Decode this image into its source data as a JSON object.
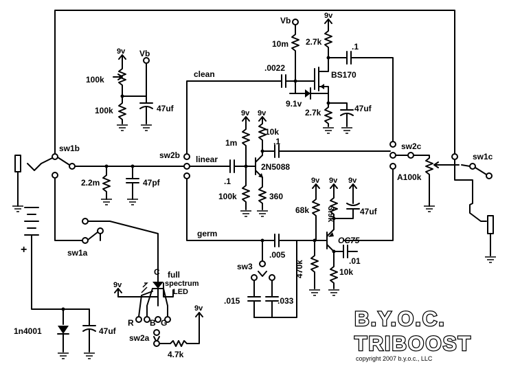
{
  "labels": {
    "vb_top": "Vb",
    "v9_top": "9v",
    "r10m": "10m",
    "r27k_top": "2.7k",
    "c01_top": ".1",
    "clean": "clean",
    "c0022": ".0022",
    "bs170": "BS170",
    "z91v": "9.1v",
    "r27k_bot": "2.7k",
    "c47uf_mid": "47uf",
    "v9_bias": "9v",
    "vb_bias": "Vb",
    "r100k_pot": "100k",
    "r100k_bias": "100k",
    "c47uf_bias": "47uf",
    "v9_q1a": "9v",
    "v9_q1b": "9v",
    "r1m": "1m",
    "r10k_q1": "10k",
    "c01_q1out": ".1",
    "sw1b": "sw1b",
    "sw2b": "sw2b",
    "linear": "linear",
    "sw2c": "sw2c",
    "sw1c": "sw1c",
    "a100k": "A100k",
    "q2n5088": "2N5088",
    "c01_q1in": ".1",
    "r22m": "2.2m",
    "c47pf": "47pf",
    "r100k_q1": "100k",
    "r360": "360",
    "v9_q2a": "9v",
    "v9_q2b": "9v",
    "v9_q2c": "9v",
    "r68k": "68k",
    "r39k": "3.9k",
    "c47uf_q2": "47uf",
    "germ": "germ",
    "oc75": "OC75",
    "sw1a": "sw1a",
    "c005": ".005",
    "r470k": "470k",
    "c01_out": ".01",
    "r10k_q2": "10k",
    "sw3": "sw3",
    "c015": ".015",
    "c033": ".033",
    "led_c": "C",
    "led_label_1": "full",
    "led_label_2": "spectrum",
    "led_label_3": "LED",
    "led_r": "R",
    "led_b": "B",
    "led_g": "G",
    "v9_led": "9v",
    "v9_sw2a": "9v",
    "sw2a": "sw2a",
    "r47k": "4.7k",
    "d1n4001": "1n4001",
    "c47uf_psu": "47uf",
    "plus": "+",
    "title1": "B.Y.O.C.",
    "title2": "TRIBOOST",
    "copyright": "copyright 2007 b.y.o.c., LLC"
  }
}
